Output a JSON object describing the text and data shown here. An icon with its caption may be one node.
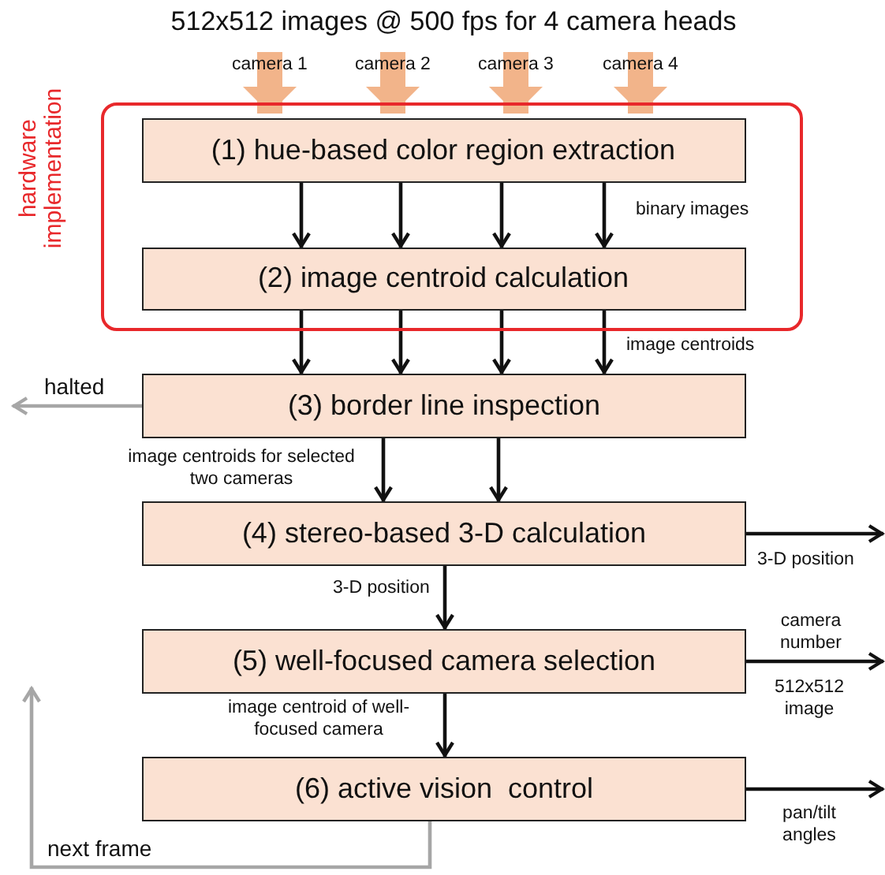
{
  "diagram": {
    "title": "512x512 images @ 500 fps for 4 camera heads",
    "nodes": [
      {
        "text": [
          "hardware implementation"
        ]
      },
      {
        "text": [
          "(1) hue-based color region extraction"
        ],
        "in": 0
      },
      {
        "text": [
          "(2) image centroid calculation"
        ],
        "in": 0
      },
      {
        "text": [
          "(3) border line inspection"
        ]
      },
      {
        "text": [
          "(4) stereo-based 3-D calculation"
        ]
      },
      {
        "text": [
          "(5) well-focused camera selection"
        ]
      },
      {
        "text": [
          "(6) active vision  control"
        ]
      }
    ],
    "edges": [
      {
        "from": null,
        "to": 1,
        "arrow": "to",
        "label": "camera 1",
        "style": "thick",
        "color": "#f2b48a"
      },
      {
        "from": null,
        "to": 1,
        "arrow": "to",
        "label": "camera 2",
        "style": "thick",
        "color": "#f2b48a"
      },
      {
        "from": null,
        "to": 1,
        "arrow": "to",
        "label": "camera 3",
        "style": "thick",
        "color": "#f2b48a"
      },
      {
        "from": null,
        "to": 1,
        "arrow": "to",
        "label": "camera 4",
        "style": "thick",
        "color": "#f2b48a"
      },
      {
        "from": 1,
        "to": 2,
        "arrow": "to"
      },
      {
        "from": 1,
        "to": 2,
        "arrow": "to"
      },
      {
        "from": 1,
        "to": 2,
        "arrow": "to"
      },
      {
        "from": 1,
        "to": 2,
        "arrow": "to"
      },
      {
        "from": 2,
        "to": 3,
        "arrow": "to"
      },
      {
        "from": 2,
        "to": 3,
        "arrow": "to"
      },
      {
        "from": 2,
        "to": 3,
        "arrow": "to"
      },
      {
        "from": 2,
        "to": 3,
        "arrow": "to"
      },
      {
        "from": 3,
        "to": 4,
        "arrow": "to"
      },
      {
        "from": 3,
        "to": 4,
        "arrow": "to"
      },
      {
        "from": 4,
        "to": 5,
        "arrow": "to",
        "label": "3-D position"
      },
      {
        "from": 5,
        "to": 6,
        "arrow": "to",
        "label": "image centroid of well-focused camera"
      },
      {
        "from": 3,
        "to": null,
        "arrow": "to",
        "label": "halted",
        "color": "#a6a6a6"
      },
      {
        "from": 4,
        "to": null,
        "arrow": "to",
        "label": "3-D position"
      },
      {
        "from": 5,
        "to": null,
        "arrow": "to",
        "label": "camera number"
      },
      {
        "from": 6,
        "to": null,
        "arrow": "to",
        "label": "pan/tilt angles"
      },
      {
        "from": 6,
        "to": null,
        "arrow": "to",
        "label": "next frame",
        "color": "#a6a6a6"
      }
    ],
    "labels": [
      "binary images",
      "image centroids",
      "image centroids for selected two cameras",
      "512x512 image"
    ]
  }
}
